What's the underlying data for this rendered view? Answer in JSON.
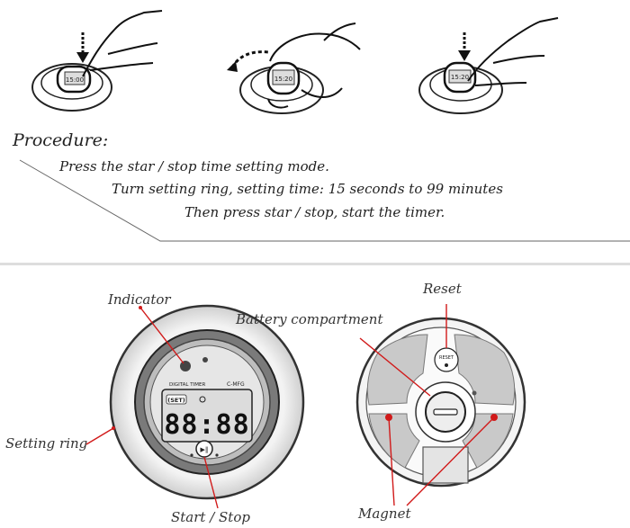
{
  "procedure": {
    "heading": "Procedure:",
    "steps": [
      "Press the star / stop time setting mode.",
      "Turn setting ring, setting time: 15 seconds to 99 minutes",
      "Then press star / stop, start the timer."
    ]
  },
  "step_images": [
    {
      "display": "15:00"
    },
    {
      "display": "15:20"
    },
    {
      "display": "15:20"
    }
  ],
  "front_view": {
    "display": "88:88",
    "set_label": "(SET)",
    "brand": "DIGITAL TIMER",
    "model": "C-MFG",
    "labels": {
      "indicator": "Indicator",
      "battery": "Battery compartment",
      "setting_ring": "Setting ring",
      "start_stop": "Start / Stop"
    }
  },
  "back_view": {
    "reset_button_text": "RESET",
    "labels": {
      "reset": "Reset",
      "magnet": "Magnet"
    }
  },
  "colors": {
    "leader": "#d11a1a",
    "ink": "#222222",
    "ring_fill": "#cfcfcf",
    "lcd": "#dcdcdc"
  }
}
